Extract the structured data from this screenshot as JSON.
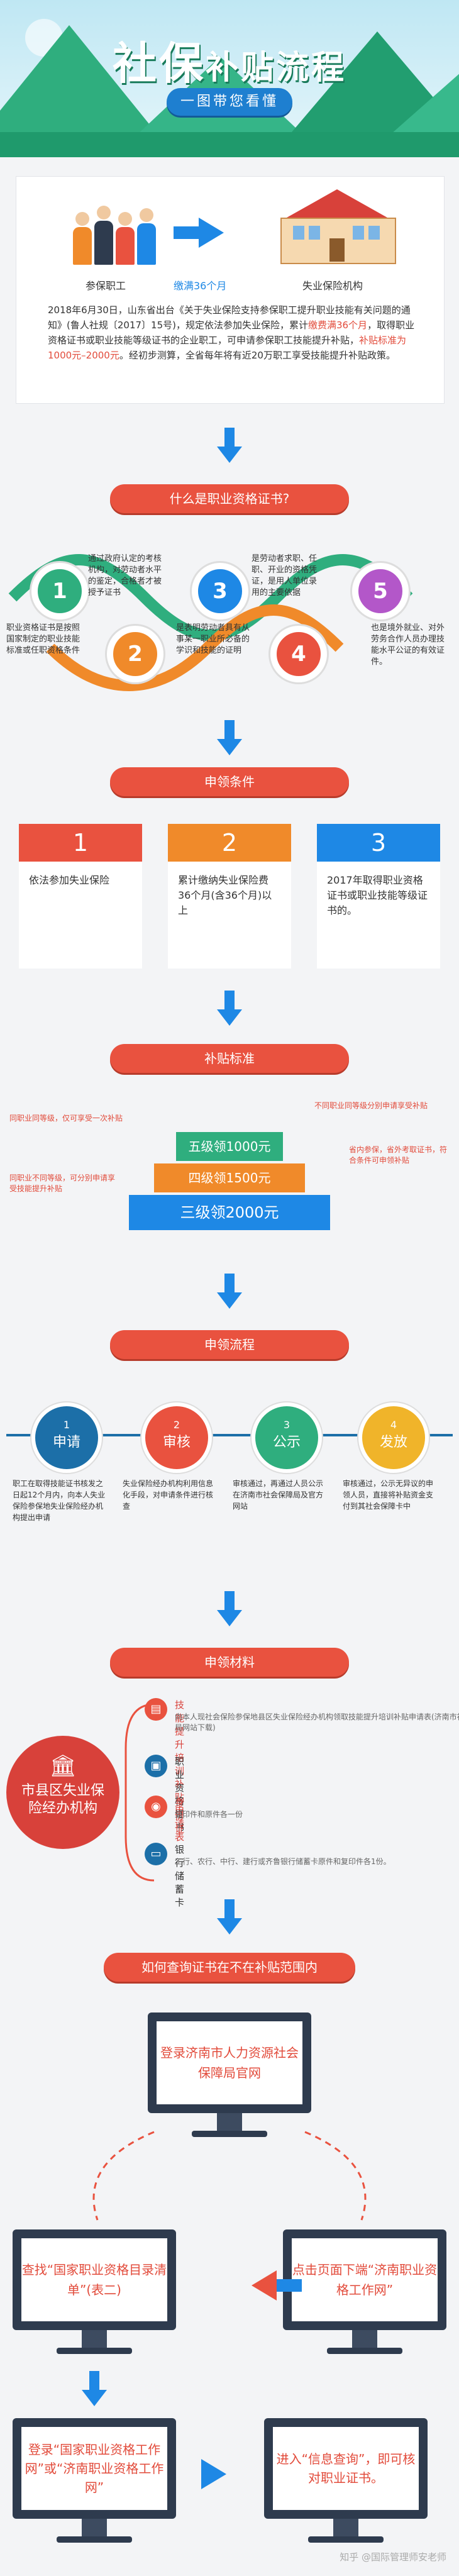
{
  "header": {
    "title_big": "社保",
    "title_rest": "补贴流程",
    "badge": "一图带您看懂"
  },
  "intro": {
    "label_worker": "参保职工",
    "label_months": "缴满36个月",
    "label_agency": "失业保险机构",
    "text_1": "2018年6月30日，山东省出台《关于失业保险支持参保职工提升职业技能有关问题的通知》(鲁人社规〔2017〕15号)，规定依法参加失业保险，累计",
    "text_hl1": "缴费满36个月",
    "text_2": "，取得职业资格证书或职业技能等级证书的企业职工，可申请参保职工技能提升补贴，",
    "text_hl2": "补贴标准为1000元–2000元",
    "text_3": "。经初步测算，全省每年将有近20万职工享受技能提升补贴政策。"
  },
  "q_section": {
    "title": "什么是职业资格证书?",
    "items": [
      {
        "num": "1",
        "text": "通过政府认定的考核机构，对劳动者水平的鉴定，合格者才被授予证书"
      },
      {
        "num": "2",
        "text": "职业资格证书是按照国家制定的职业技能标准或任职资格条件"
      },
      {
        "num": "3",
        "text": "是劳动者求职、任职、开业的资格凭证，是用人单位录用的主要依据"
      },
      {
        "num": "4",
        "text": "是表明劳动者具有从事某一职业所必备的学识和技能的证明"
      },
      {
        "num": "5",
        "text": "也是境外就业、对外劳务合作人员办理技能水平公证的有效证件。"
      }
    ]
  },
  "conditions": {
    "title": "申领条件",
    "items": [
      {
        "num": "1",
        "text": "依法参加失业保险"
      },
      {
        "num": "2",
        "text": "累计缴纳失业保险费36个月(含36个月)以上"
      },
      {
        "num": "3",
        "text": "2017年取得职业资格证书或职业技能等级证书的。"
      }
    ]
  },
  "standard": {
    "title": "补贴标准",
    "level5": "五级领1000元",
    "level4": "四级领1500元",
    "level3": "三级领2000元",
    "note_left1": "同职业同等级，仅可享受一次补贴",
    "note_left2": "同职业不同等级，可分别申请享受技能提升补贴",
    "note_right1": "不同职业同等级分别申请享受补贴",
    "note_right2": "省内参保，省外考取证书，符合条件可申领补贴"
  },
  "process": {
    "title": "申领流程",
    "steps": [
      {
        "num": "1",
        "label": "申请",
        "text": "职工在取得技能证书核发之日起12个月内，向本人失业保险参保地失业保险经办机构提出申请"
      },
      {
        "num": "2",
        "label": "审核",
        "text": "失业保险经办机构利用信息化手段，对申请条件进行核查"
      },
      {
        "num": "3",
        "label": "公示",
        "text": "审核通过，再通过人员公示在济南市社会保障局及官方网站"
      },
      {
        "num": "4",
        "label": "发放",
        "text": "审核通过，公示无异议的申领人员，直接将补贴资金支付到其社会保障卡中"
      }
    ]
  },
  "materials": {
    "title": "申领材料",
    "org": "市县区失业保险经办机构",
    "items": [
      {
        "icon": "▤",
        "title": "技能提升培训补贴申请表",
        "desc": "向本人现社会保险参保地县区失业保险经办机构领取技能提升培训补贴申请表(济南市社保局网站下载)"
      },
      {
        "icon": "▣",
        "title": "职业资格证书",
        "desc": ""
      },
      {
        "icon": "◉",
        "title": "身份证",
        "desc": "复印件和原件各一份"
      },
      {
        "icon": "▭",
        "title": "银行储蓄卡",
        "desc": "工行、农行、中行、建行或齐鲁银行储蓄卡原件和复印件各1份。"
      }
    ]
  },
  "query": {
    "title": "如何查询证书在不在补贴范围内",
    "step1": "登录济南市人力资源社会保障局官网",
    "step2": "点击页面下端“济南职业资格工作网”",
    "step3": "查找“国家职业资格目录清单”(表二)",
    "step4": "登录“国家职业资格工作网”或“济南职业资格工作网”",
    "step5": "进入“信息查询”，即可核对职业证书。"
  },
  "watermark": "知乎 @国际管理师安老师",
  "colors": {
    "green": "#2fae7e",
    "blue": "#1e88e5",
    "red": "#e9523f",
    "orange": "#f08a2a"
  }
}
